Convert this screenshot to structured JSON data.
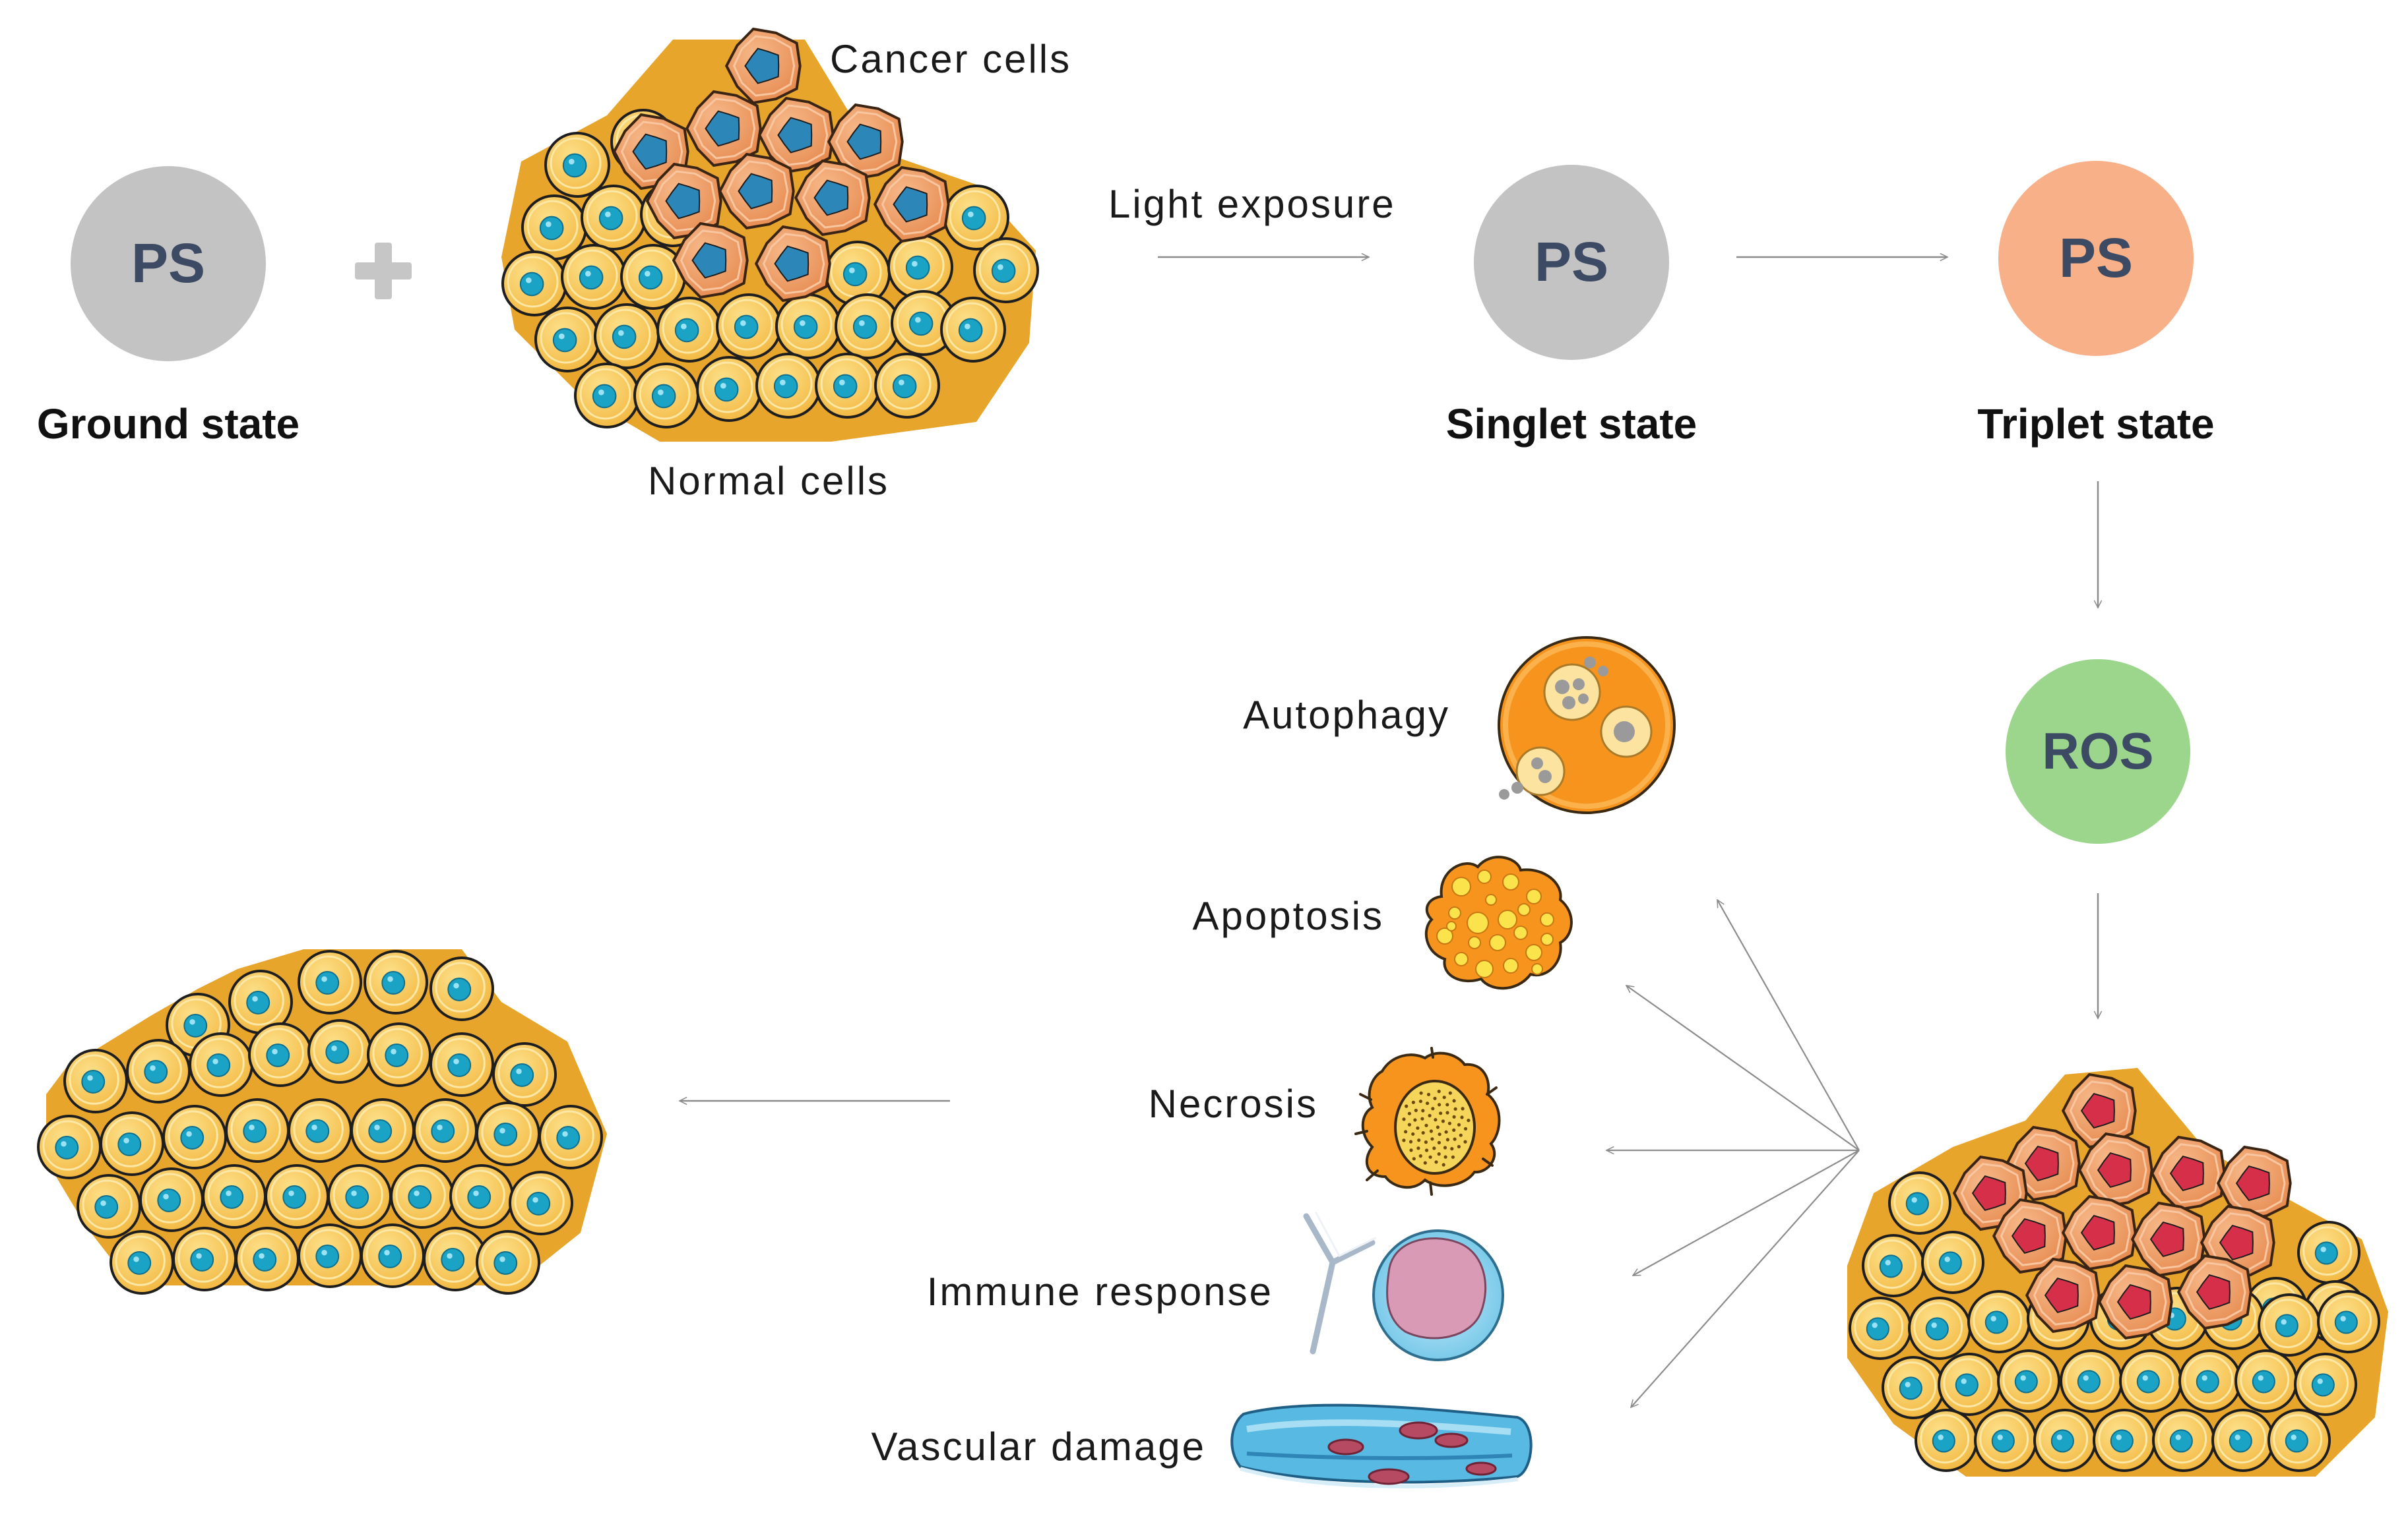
{
  "nodes": {
    "ground": {
      "badge": "PS",
      "label": "Ground state",
      "color": "#c3c3c3"
    },
    "singlet": {
      "badge": "PS",
      "label": "Singlet state",
      "color": "#c3c3c3"
    },
    "triplet": {
      "badge": "PS",
      "label": "Triplet state",
      "color": "#f8b088"
    },
    "ros": {
      "badge": "ROS",
      "color": "#9bd68c"
    }
  },
  "plus_symbol": "+",
  "labels": {
    "cancer_cells": "Cancer cells",
    "normal_cells": "Normal cells",
    "light_exposure": "Light exposure"
  },
  "effects": [
    {
      "label": "Autophagy",
      "icon": "autophagy-cell-icon"
    },
    {
      "label": "Apoptosis",
      "icon": "apoptotic-cell-icon"
    },
    {
      "label": "Necrosis",
      "icon": "necrotic-cell-icon"
    },
    {
      "label": "Immune response",
      "icon": "antibody-and-immune-cell-icon"
    },
    {
      "label": "Vascular damage",
      "icon": "damaged-blood-vessel-icon"
    }
  ],
  "colors": {
    "normal_cell_fill": "#f6c452",
    "normal_cell_stroke": "#1e1e1e",
    "normal_nucleus": "#1ba3c6",
    "tissue_background": "#e8a52c",
    "cancer_cell_fill": "#ef9a63",
    "cancer_nucleus": "#2c86b7",
    "damaged_cell_fill": "#f0934a",
    "damaged_nucleus": "#d62f4a",
    "arrow": "#8c8c8c"
  }
}
